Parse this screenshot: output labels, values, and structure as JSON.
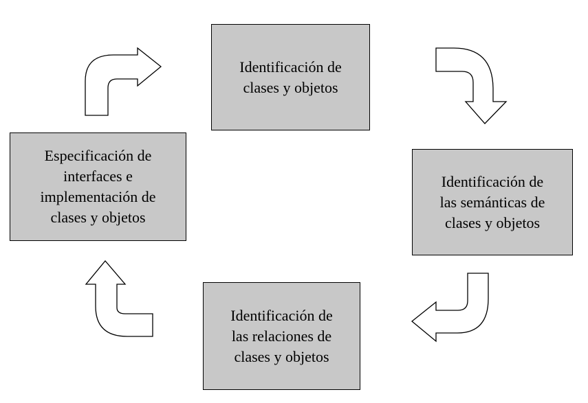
{
  "diagram": {
    "steps": [
      {
        "id": "identificacion",
        "lines": [
          "Identificación de",
          "clases y objetos"
        ]
      },
      {
        "id": "semanticas",
        "lines": [
          "Identificación de",
          "las semánticas de",
          "clases y objetos"
        ]
      },
      {
        "id": "relaciones",
        "lines": [
          "Identificación de",
          "las relaciones de",
          "clases y objetos"
        ]
      },
      {
        "id": "especificacion",
        "lines": [
          "Especificación de",
          "interfaces e",
          "implementación de",
          "clases y objetos"
        ]
      }
    ],
    "colors": {
      "box_fill": "#c8c8c8",
      "box_border": "#000000",
      "arrow_fill": "#ffffff",
      "arrow_stroke": "#000000"
    },
    "arrow_icon": "curved-block-arrow"
  }
}
